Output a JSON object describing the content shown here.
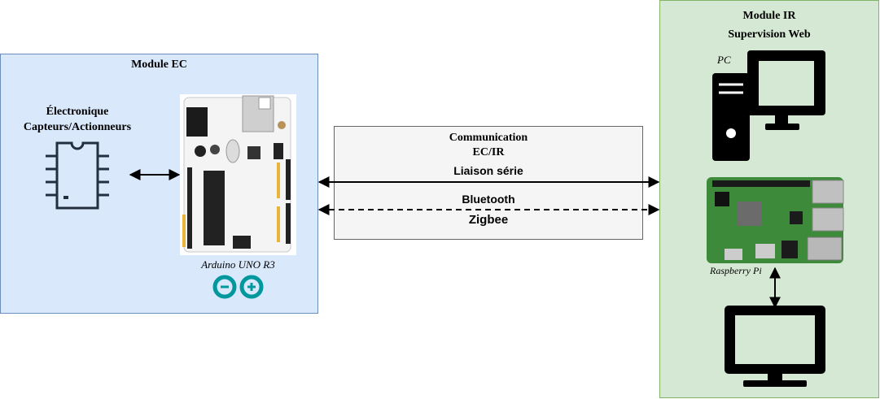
{
  "module_ec": {
    "title": "Module EC",
    "electronics_line1": "Électronique",
    "electronics_line2": "Capteurs/Actionneurs",
    "arduino_label": "Arduino UNO R3"
  },
  "communication": {
    "title_line1": "Communication",
    "title_line2": "EC/IR",
    "serial": "Liaison série",
    "bluetooth": "Bluetooth",
    "zigbee": "Zigbee"
  },
  "module_ir": {
    "title_line1": "Module IR",
    "title_line2": "Supervision Web",
    "pc_label": "PC",
    "rpi_label": "Raspberry Pi"
  },
  "colors": {
    "ec_fill": "#dae8fc",
    "ec_border": "#6c8ebf",
    "ir_fill": "#d5e8d4",
    "ir_border": "#82b366",
    "comm_fill": "#f5f5f5",
    "icon": "#000000",
    "chip_icon": "#232f3e",
    "arduino_teal": "#00979d",
    "pcb_green": "#3d8a3a"
  }
}
